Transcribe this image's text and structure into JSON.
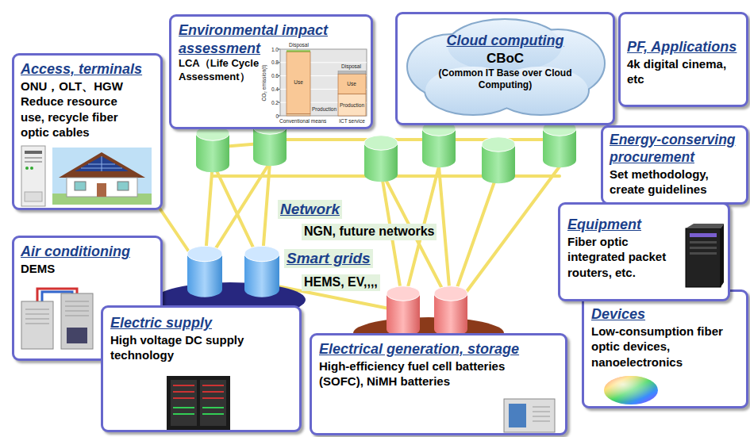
{
  "diagram": {
    "nodes": [
      {
        "text": [
          "Access, terminals",
          "ONU，OLT、HGW Reduce resource use, recycle fiber optic cables"
        ]
      },
      {
        "text": [
          "Environmental impact assessment",
          "LCA（Life Cycle Assessment）"
        ]
      },
      {
        "text": [
          "Cloud computing",
          "CBoC",
          "(Common IT Base over Cloud Computing)"
        ]
      },
      {
        "text": [
          "PF, Applications",
          "4k digital cinema, etc"
        ]
      },
      {
        "text": [
          "Energy-conserving procurement",
          "Set methodology, create guidelines"
        ]
      },
      {
        "text": [
          "Network",
          "NGN, future networks",
          "Smart grids",
          "HEMS, EV,,,,"
        ]
      },
      {
        "text": [
          "Air conditioning",
          "DEMS"
        ]
      },
      {
        "text": [
          "Electric supply",
          "High voltage DC supply technology"
        ]
      },
      {
        "text": [
          "Electrical generation, storage",
          "High-efficiency fuel cell batteries (SOFC), NiMH batteries"
        ]
      },
      {
        "text": [
          "Equipment",
          "Fiber optic integrated packet routers, etc."
        ]
      },
      {
        "text": [
          "Devices",
          "Low-consumption fiber optic devices, nanoelectronics"
        ]
      }
    ],
    "labels": [
      "1.0",
      "0.8",
      "0.6",
      "0.4",
      "0.2",
      "0",
      "CO₂ emission(t)",
      "Disposal",
      "Use",
      "Production",
      "Disposal",
      "Use",
      "Production",
      "Conventional means",
      "ICT service"
    ]
  }
}
